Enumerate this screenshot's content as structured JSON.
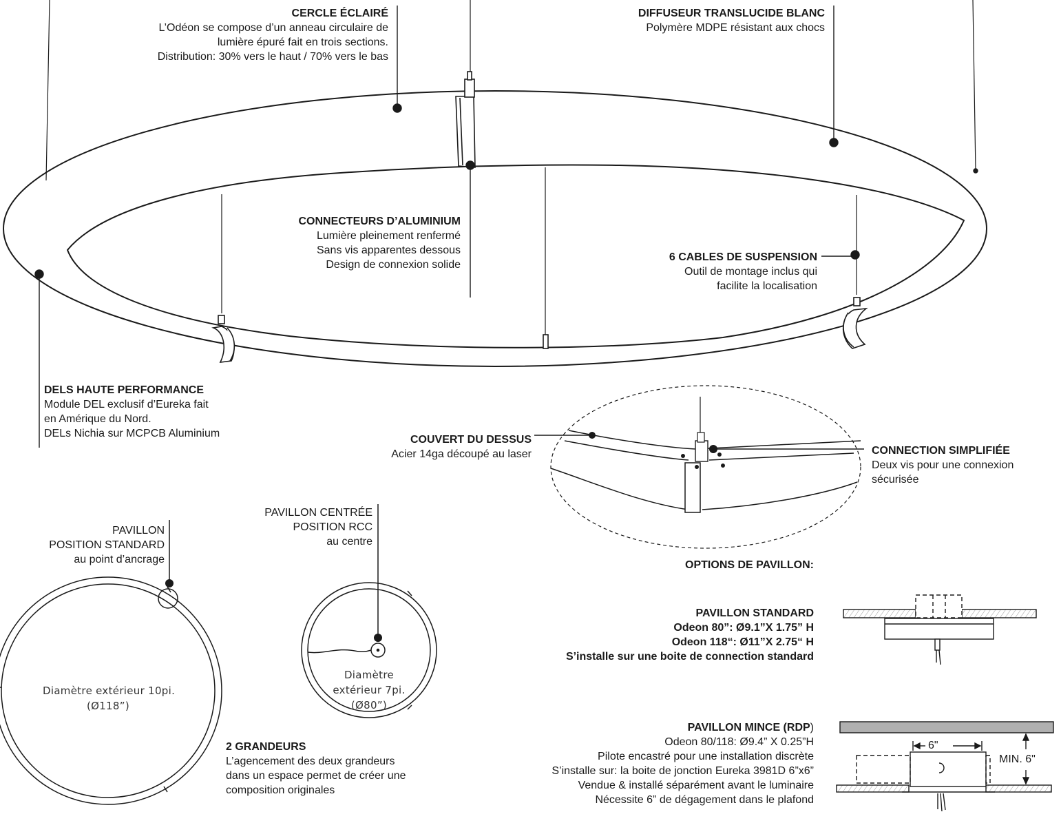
{
  "callouts": {
    "cercle": {
      "title": "CERCLE ÉCLAIRÉ",
      "lines": [
        "L’Odéon se compose d’un anneau circulaire de",
        "lumière épuré fait en trois sections.",
        "Distribution: 30% vers le haut / 70% vers le bas"
      ]
    },
    "diffuseur": {
      "title": "DIFFUSEUR TRANSLUCIDE BLANC",
      "lines": [
        "Polymère MDPE résistant aux chocs"
      ]
    },
    "connecteurs": {
      "title": "CONNECTEURS D’ALUMINIUM",
      "lines": [
        "Lumière pleinement renfermé",
        "Sans vis apparentes dessous",
        "Design de connexion solide"
      ]
    },
    "cables": {
      "title": "6 CABLES DE SUSPENSION",
      "lines": [
        "Outil de montage inclus qui",
        "facilite la localisation"
      ]
    },
    "dels": {
      "title": "DELS HAUTE PERFORMANCE",
      "lines": [
        "Module DEL exclusif d’Eureka fait",
        "en Amérique du Nord.",
        "DELs Nichia sur MCPCB Aluminium"
      ]
    },
    "couvert": {
      "title": "COUVERT DU DESSUS",
      "lines": [
        "Acier 14ga découpé au laser"
      ]
    },
    "connection": {
      "title": "CONNECTION SIMPLIFIÉE",
      "lines": [
        "Deux vis pour une connexion",
        "sécurisée"
      ]
    }
  },
  "pavillon_standard_position": [
    "PAVILLON",
    "POSITION STANDARD",
    "au point d’ancrage"
  ],
  "pavillon_centree": [
    "PAVILLON CENTRÉE",
    "POSITION RCC",
    "au centre"
  ],
  "large_ring_label": [
    "Diamètre extérieur 10pi.",
    "(Ø118”)"
  ],
  "small_ring_label": [
    "Diamètre",
    "extérieur 7pi.",
    "(Ø80”)"
  ],
  "grandeurs": {
    "title": "2 GRANDEURS",
    "lines": [
      "L’agencement des deux grandeurs",
      "dans un espace permet de créer une",
      "composition originales"
    ]
  },
  "options": {
    "heading": "OPTIONS DE PAVILLON:",
    "standard": {
      "title": "PAVILLON STANDARD",
      "lines": [
        "Odeon 80”: Ø9.1”X 1.75” H",
        "Odeon 118“: Ø11”X 2.75“ H",
        "S’installe sur une boite de connection standard"
      ]
    },
    "mince": {
      "title": "PAVILLON MINCE (RDP",
      "title_close": ")",
      "lines": [
        "Odeon 80/118: Ø9.4” X 0.25”H",
        "Pilote encastré pour une installation discrète",
        "S’installe sur: la boite de jonction Eureka 3981D 6”x6”",
        "Vendue & installé séparément avant le luminaire",
        "Nécessite 6” de dégagement dans le plafond"
      ]
    },
    "dim_width": "6\"",
    "dim_height": "MIN. 6\""
  },
  "colors": {
    "line": "#1a1a1a",
    "ceiling": "#b0b0b0",
    "hatch": "#9a9a9a"
  }
}
